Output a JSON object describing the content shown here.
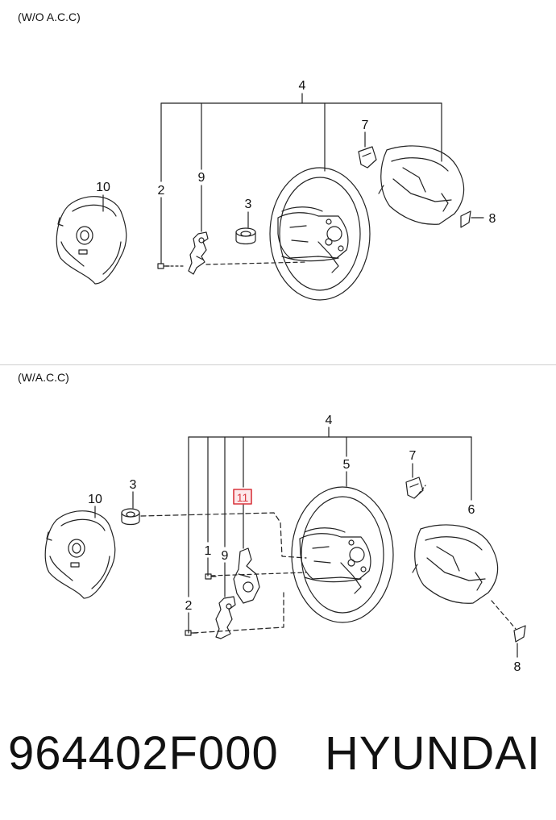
{
  "sections": [
    {
      "label": "(W/O A.C.C)"
    },
    {
      "label": "(W/A.C.C)"
    }
  ],
  "top_callouts": {
    "c4": "4",
    "c7": "7",
    "c10": "10",
    "c2": "2",
    "c9": "9",
    "c3": "3",
    "c8": "8"
  },
  "bottom_callouts": {
    "c4": "4",
    "c5": "5",
    "c7": "7",
    "c3": "3",
    "c10": "10",
    "c11": "11",
    "c6": "6",
    "c1": "1",
    "c9": "9",
    "c2": "2",
    "c8": "8"
  },
  "highlight_color": "#d9363e",
  "footer": {
    "part_number": "964402F000",
    "brand": "HYUNDAI"
  }
}
